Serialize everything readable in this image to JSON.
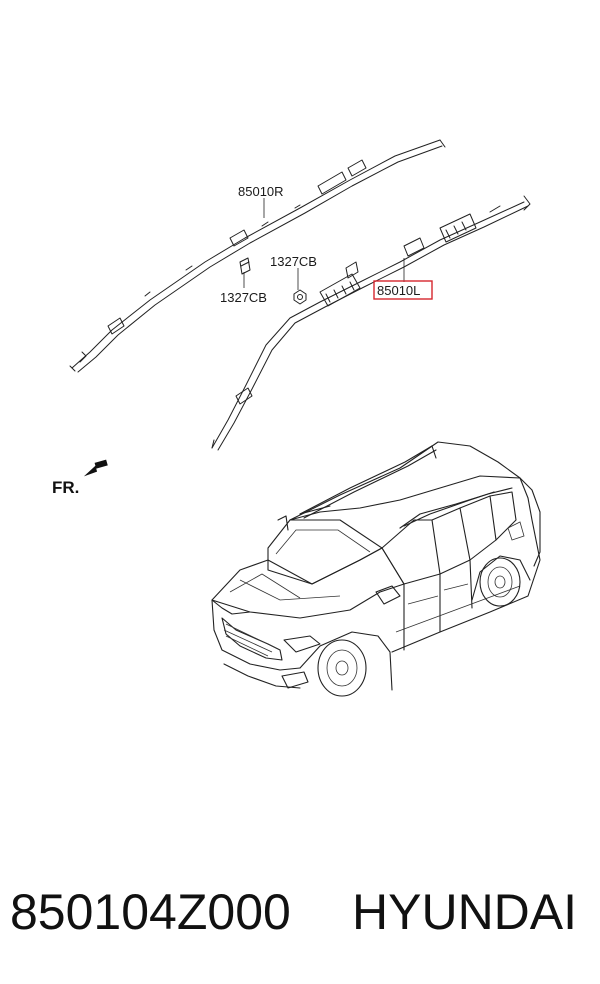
{
  "diagram": {
    "callouts": {
      "airbag_right": "85010R",
      "airbag_left": "85010L",
      "clip_upper": "1327CB",
      "clip_lower": "1327CB"
    },
    "direction_label": "FR.",
    "highlight_color": "#d6262e"
  },
  "footer": {
    "part_number": "850104Z000",
    "brand": "HYUNDAI"
  }
}
